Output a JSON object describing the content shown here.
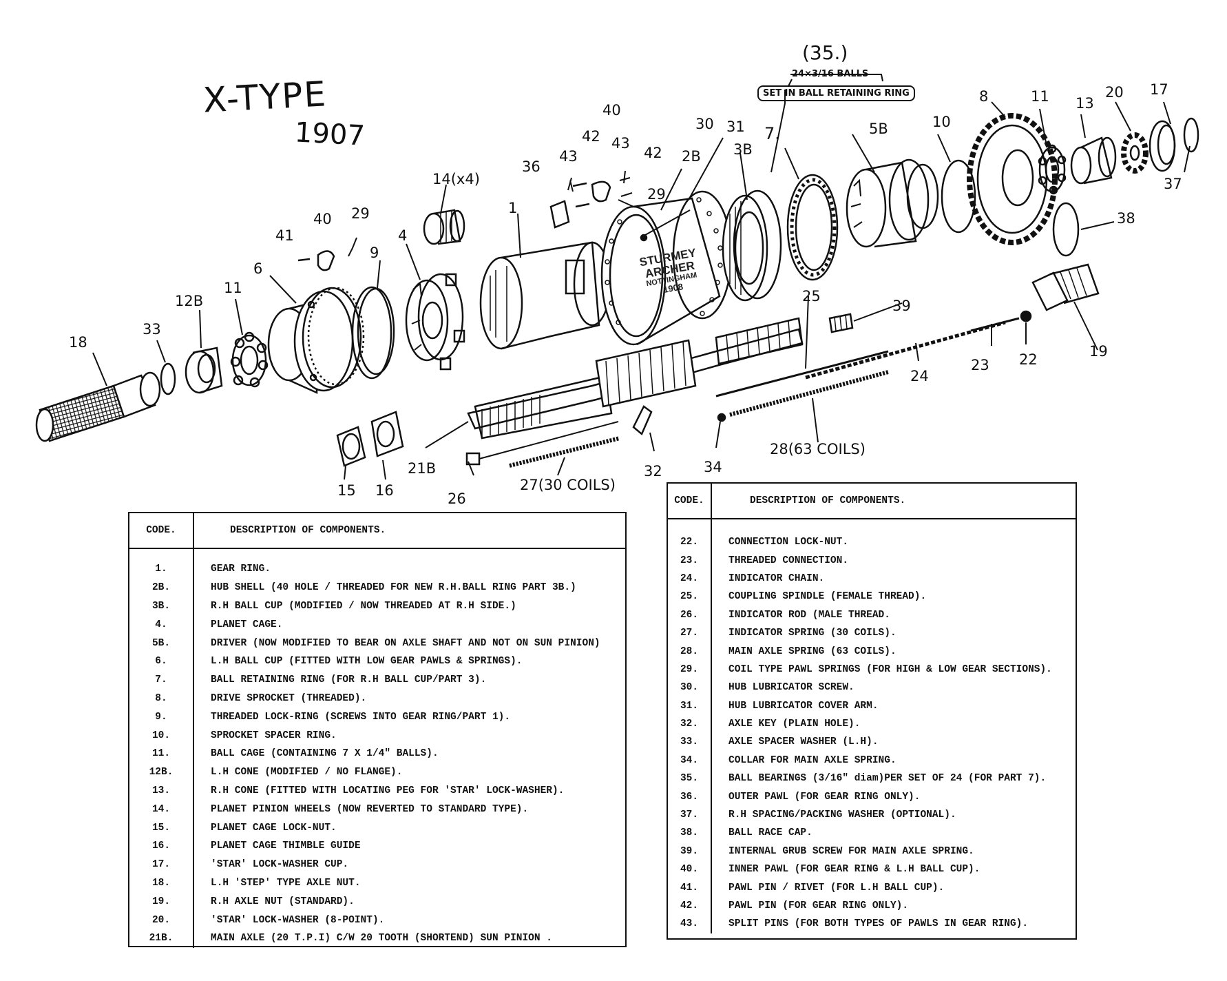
{
  "title": {
    "line1": "X-TYPE",
    "line2": "1907"
  },
  "shell_stamp": {
    "line1": "STURMEY",
    "line2": "ARCHER",
    "line3": "NOTTINGHAM",
    "line4": "1908"
  },
  "callouts": {
    "c35": "(35.)",
    "c35_balls": "24×3/16 BALLS",
    "c35_set": "SET IN BALL RETAINING RING",
    "c1": "1",
    "c2B": "2B",
    "c3B": "3B",
    "c4": "4",
    "c5B": "5B",
    "c6": "6",
    "c7": "7.",
    "c8": "8",
    "c9": "9",
    "c10": "10",
    "c11a": "11",
    "c11b": "11",
    "c12B": "12B",
    "c13": "13",
    "c14": "14(x4)",
    "c15": "15",
    "c16": "16",
    "c17": "17",
    "c18": "18",
    "c19": "19",
    "c20": "20",
    "c21B": "21B",
    "c22": "22",
    "c23": "23",
    "c24": "24",
    "c25": "25",
    "c26": "26",
    "c27": "27(30 COILS)",
    "c28": "28(63 COILS)",
    "c29a": "29",
    "c29b": "29",
    "c30": "30",
    "c31": "31",
    "c32": "32",
    "c33": "33",
    "c34": "34",
    "c36": "36",
    "c37": "37",
    "c38": "38",
    "c39": "39",
    "c40a": "40",
    "c40b": "40",
    "c41": "41",
    "c42a": "42",
    "c42b": "42",
    "c43a": "43",
    "c43b": "43"
  },
  "table_left": {
    "header_code": "CODE.",
    "header_desc": "DESCRIPTION OF COMPONENTS.",
    "rows": [
      {
        "code": "1.",
        "desc": "GEAR RING."
      },
      {
        "code": "2B.",
        "desc": "HUB SHELL (40 HOLE / THREADED FOR NEW R.H.BALL RING PART 3B.)"
      },
      {
        "code": "3B.",
        "desc": "R.H BALL CUP (MODIFIED / NOW THREADED AT R.H SIDE.)"
      },
      {
        "code": "4.",
        "desc": "PLANET CAGE."
      },
      {
        "code": "5B.",
        "desc": "DRIVER (NOW MODIFIED TO BEAR ON AXLE SHAFT AND NOT ON SUN PINION)"
      },
      {
        "code": "6.",
        "desc": "L.H BALL CUP (FITTED WITH LOW GEAR PAWLS & SPRINGS)."
      },
      {
        "code": "7.",
        "desc": "BALL RETAINING RING (FOR R.H BALL CUP/PART 3)."
      },
      {
        "code": "8.",
        "desc": "DRIVE SPROCKET (THREADED)."
      },
      {
        "code": "9.",
        "desc": "THREADED LOCK-RING (SCREWS INTO GEAR RING/PART 1)."
      },
      {
        "code": "10.",
        "desc": "SPROCKET SPACER RING."
      },
      {
        "code": "11.",
        "desc": "BALL CAGE (CONTAINING 7 X 1/4\" BALLS)."
      },
      {
        "code": "12B.",
        "desc": "L.H CONE (MODIFIED / NO FLANGE)."
      },
      {
        "code": "13.",
        "desc": "R.H CONE (FITTED WITH LOCATING PEG FOR 'STAR' LOCK-WASHER)."
      },
      {
        "code": "14.",
        "desc": "PLANET PINION WHEELS (NOW REVERTED TO STANDARD TYPE)."
      },
      {
        "code": "15.",
        "desc": "PLANET CAGE LOCK-NUT."
      },
      {
        "code": "16.",
        "desc": "PLANET CAGE THIMBLE GUIDE"
      },
      {
        "code": "17.",
        "desc": "'STAR' LOCK-WASHER CUP."
      },
      {
        "code": "18.",
        "desc": "L.H 'STEP' TYPE AXLE NUT."
      },
      {
        "code": "19.",
        "desc": "R.H AXLE NUT (STANDARD)."
      },
      {
        "code": "20.",
        "desc": "'STAR' LOCK-WASHER (8-POINT)."
      },
      {
        "code": "21B.",
        "desc": "MAIN AXLE (20 T.P.I) C/W 20 TOOTH (SHORTEND) SUN PINION ."
      }
    ]
  },
  "table_right": {
    "header_code": "CODE.",
    "header_desc": "DESCRIPTION OF COMPONENTS.",
    "rows": [
      {
        "code": "22.",
        "desc": "CONNECTION LOCK-NUT."
      },
      {
        "code": "23.",
        "desc": "THREADED CONNECTION."
      },
      {
        "code": "24.",
        "desc": "INDICATOR CHAIN."
      },
      {
        "code": "25.",
        "desc": "COUPLING SPINDLE (FEMALE THREAD)."
      },
      {
        "code": "26.",
        "desc": "INDICATOR ROD (MALE THREAD."
      },
      {
        "code": "27.",
        "desc": "INDICATOR SPRING (30 COILS)."
      },
      {
        "code": "28.",
        "desc": "MAIN AXLE SPRING (63 COILS)."
      },
      {
        "code": "29.",
        "desc": "COIL TYPE PAWL SPRINGS (FOR HIGH & LOW GEAR SECTIONS)."
      },
      {
        "code": "30.",
        "desc": "HUB LUBRICATOR SCREW."
      },
      {
        "code": "31.",
        "desc": "HUB LUBRICATOR COVER ARM."
      },
      {
        "code": "32.",
        "desc": "AXLE KEY (PLAIN HOLE)."
      },
      {
        "code": "33.",
        "desc": "AXLE SPACER WASHER (L.H)."
      },
      {
        "code": "34.",
        "desc": "COLLAR FOR MAIN AXLE SPRING."
      },
      {
        "code": "35.",
        "desc": "BALL BEARINGS (3/16\" diam)PER SET OF 24 (FOR PART 7)."
      },
      {
        "code": "36.",
        "desc": "OUTER PAWL (FOR GEAR RING ONLY)."
      },
      {
        "code": "37.",
        "desc": "R.H SPACING/PACKING WASHER (OPTIONAL)."
      },
      {
        "code": "38.",
        "desc": "BALL RACE CAP."
      },
      {
        "code": "39.",
        "desc": "INTERNAL GRUB SCREW FOR MAIN AXLE SPRING."
      },
      {
        "code": "40.",
        "desc": "INNER PAWL (FOR GEAR RING & L.H BALL CUP)."
      },
      {
        "code": "41.",
        "desc": "PAWL PIN / RIVET (FOR L.H BALL CUP)."
      },
      {
        "code": "42.",
        "desc": "PAWL PIN (FOR GEAR RING ONLY)."
      },
      {
        "code": "43.",
        "desc": "SPLIT PINS (FOR BOTH TYPES OF PAWLS IN GEAR RING)."
      }
    ]
  }
}
